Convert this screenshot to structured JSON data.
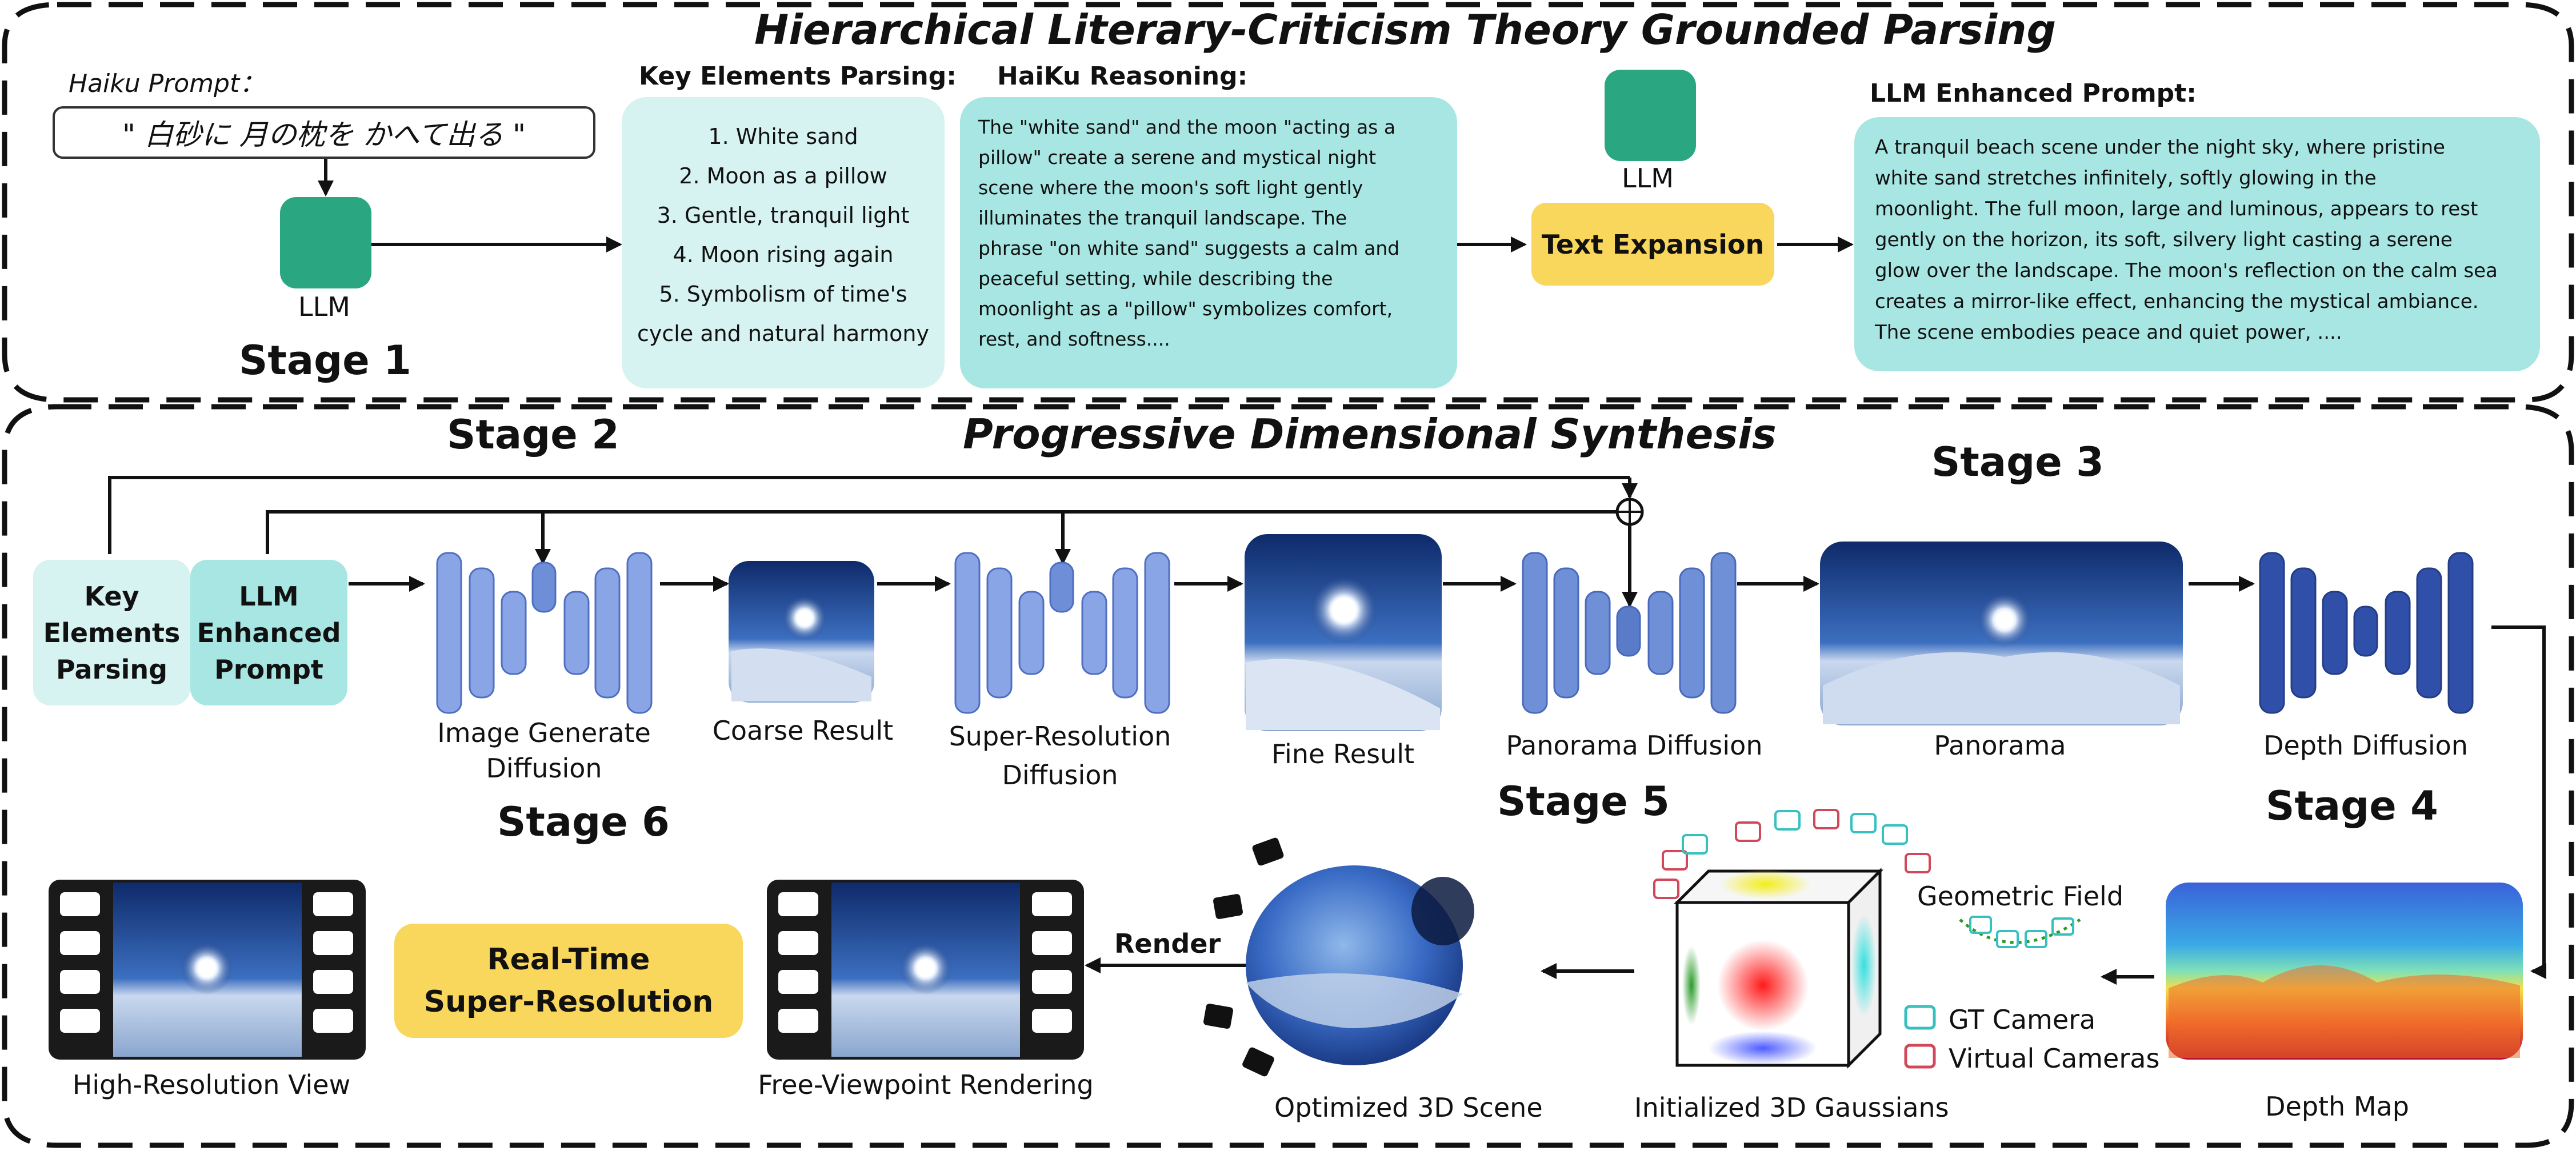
{
  "top_section": {
    "title": "Hierarchical Literary-Criticism Theory Grounded Parsing",
    "haiku_prompt_label": "Haiku Prompt：",
    "haiku_prompt_text": "\" 白砂に 月の枕を かへて出る \"",
    "llm_label": "LLM",
    "stage1": "Stage 1",
    "key_elements": {
      "header": "Key Elements Parsing:",
      "items": [
        "1. White sand",
        "2. Moon as a pillow",
        "3. Gentle, tranquil light",
        "4. Moon rising again",
        "5. Symbolism of time's",
        "cycle and natural harmony"
      ]
    },
    "reasoning": {
      "header": "HaiKu Reasoning:",
      "lines": [
        "The \"white sand\" and the moon \"acting as a",
        "pillow\" create a serene and mystical night",
        "scene where the moon's soft light gently",
        "illuminates the tranquil landscape. The",
        "phrase \"on white sand\" suggests a calm and",
        "peaceful setting, while describing the",
        "moonlight as a \"pillow\" symbolizes comfort,",
        "rest, and softness...."
      ]
    },
    "llm_label_2": "LLM",
    "text_expansion": "Text Expansion",
    "enhanced": {
      "header": "LLM Enhanced  Prompt:",
      "lines": [
        "A tranquil beach scene under the night sky, where pristine",
        "white sand stretches infinitely, softly glowing in the",
        "moonlight. The full moon, large and luminous, appears to rest",
        "gently on the horizon, its soft, silvery light casting a serene",
        "glow over the landscape. The moon's reflection on the calm sea",
        "creates a mirror-like effect, enhancing the mystical ambiance.",
        "The scene embodies peace and quiet power, ...."
      ]
    }
  },
  "bottom_section": {
    "title": "Progressive Dimensional Synthesis",
    "stage2": "Stage 2",
    "stage3": "Stage 3",
    "stage4": "Stage 4",
    "stage5": "Stage 5",
    "stage6": "Stage 6",
    "key_elements_box": [
      "Key",
      "Elements",
      "Parsing"
    ],
    "llm_prompt_box": [
      "LLM",
      "Enhanced",
      "Prompt"
    ],
    "image_gen_diffusion": [
      "Image Generate",
      "Diffusion"
    ],
    "coarse_result": "Coarse Result",
    "super_res_diffusion": [
      "Super-Resolution",
      "Diffusion"
    ],
    "fine_result": "Fine  Result",
    "panorama_diffusion": "Panorama Diffusion",
    "panorama": "Panorama",
    "depth_diffusion": "Depth Diffusion",
    "depth_map": "Depth Map",
    "geometric_field": "Geometric Field",
    "gt_camera": "GT Camera",
    "virtual_cameras": "Virtual Cameras",
    "initialized_gaussians": "Initialized 3D Gaussians",
    "optimized_scene": "Optimized 3D Scene",
    "render": "Render",
    "free_viewpoint": "Free-Viewpoint Rendering",
    "realtime_sr": [
      "Real-Time",
      "Super-Resolution"
    ],
    "high_res_view": "High-Resolution View"
  },
  "colors": {
    "teal_light": "#d6f2f1",
    "teal": "#a7e6e2",
    "yellow": "#f9d65c",
    "unet_blue": "#6f8fd6",
    "depth_blue": "#2f4fa8",
    "llm_green": "#2aa780"
  }
}
